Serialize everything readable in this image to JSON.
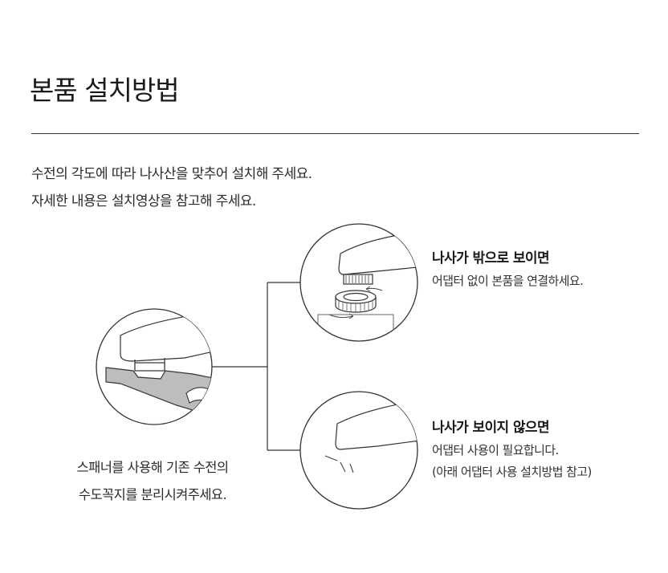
{
  "title": "본품 설치방법",
  "intro": {
    "line1": "수전의 각도에 따라 나사산을 맞추어 설치해 주세요.",
    "line2": "자세한 내용은 설치영상을 참고해 주세요."
  },
  "left_caption": {
    "line1": "스패너를 사용해 기존 수전의",
    "line2": "수도꼭지를 분리시켜주세요."
  },
  "case_a": {
    "heading": "나사가 밖으로 보이면",
    "line1": "어댑터 없이 본품을 연결하세요."
  },
  "case_b": {
    "heading": "나사가 보이지 않으면",
    "line1": "어댑터 사용이 필요합니다.",
    "line2": "(아래 어댑터 사용 설치방법 참고)"
  },
  "colors": {
    "text": "#222222",
    "line": "#333333",
    "spanner": "#bdbdbd"
  },
  "icons": [
    "spanner-icon",
    "faucet-icon",
    "thread-nut-icon",
    "rotate-arrow-icon"
  ]
}
